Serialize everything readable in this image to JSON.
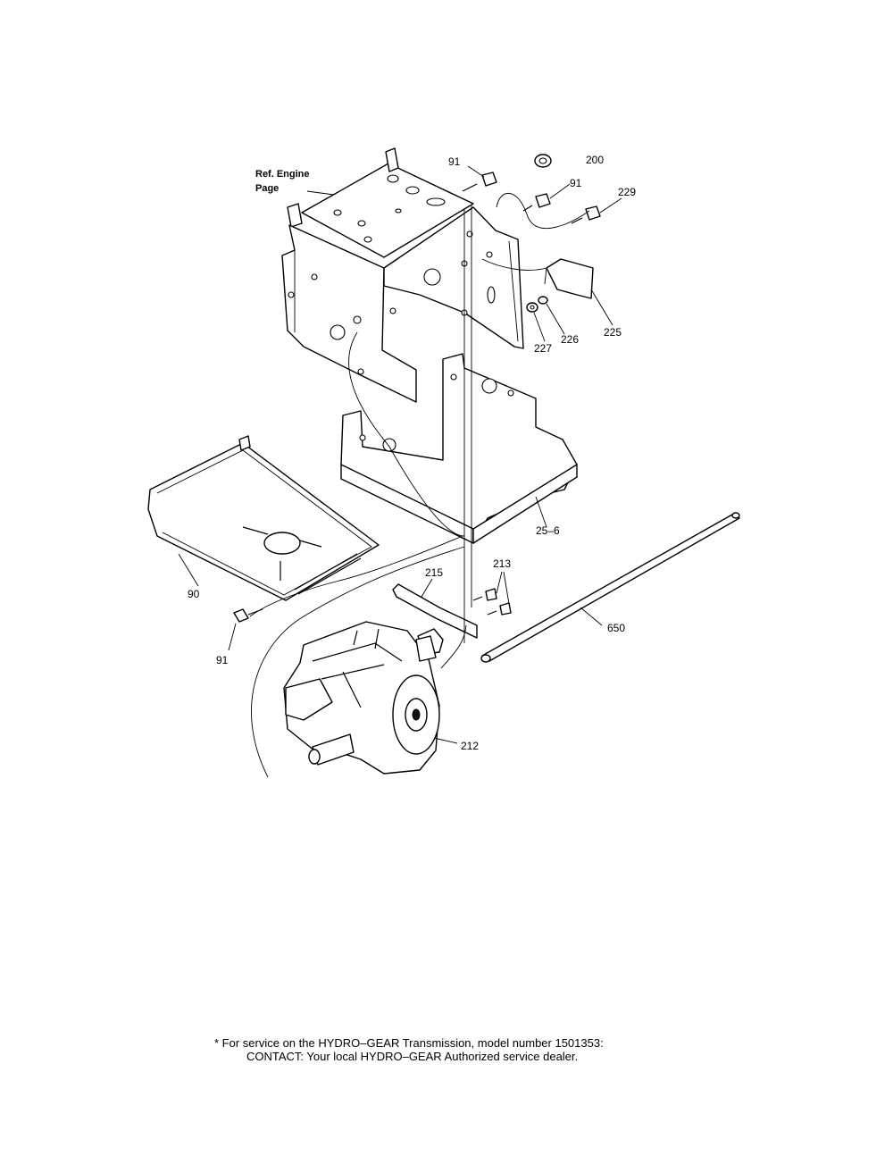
{
  "reference_label": "Ref. Engine\nPage",
  "reference_line1": "Ref. Engine",
  "reference_line2": "Page",
  "part_labels": {
    "p91_top": "91",
    "p200": "200",
    "p91_mid": "91",
    "p229": "229",
    "p225": "225",
    "p226": "226",
    "p227": "227",
    "p25_6": "25–6",
    "p213": "213",
    "p215": "215",
    "p90": "90",
    "p91_bottom": "91",
    "p650": "650",
    "p212": "212"
  },
  "footnote": {
    "line1": "*  For service on the HYDRO–GEAR Transmission, model number 1501353:",
    "line2": "CONTACT: Your local HYDRO–GEAR Authorized service dealer."
  }
}
